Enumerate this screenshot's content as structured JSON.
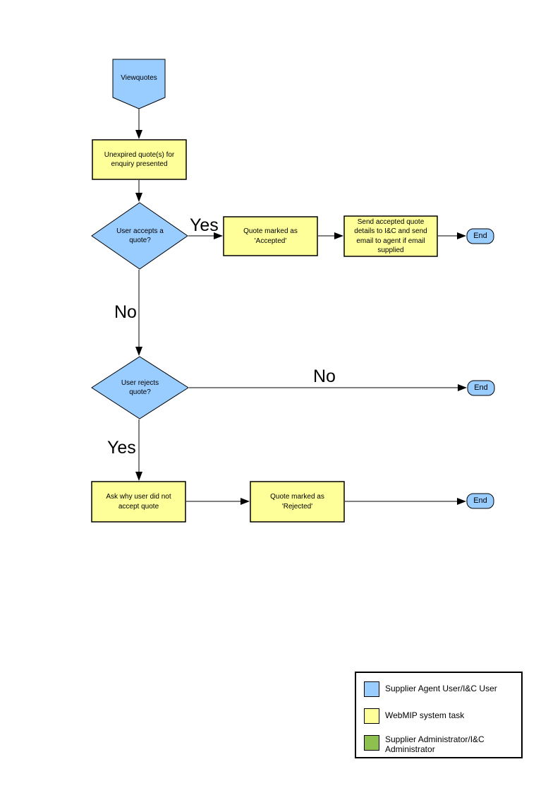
{
  "colors": {
    "user": "#99CCFF",
    "task": "#FFFF99",
    "admin": "#8EC050",
    "line": "#000000",
    "text": "#000000"
  },
  "flowchart": {
    "nodes": {
      "start": {
        "type": "pentagon",
        "label": "Viewquotes"
      },
      "present_quotes": {
        "type": "process",
        "label": "Unexpired quote(s) for enquiry presented"
      },
      "accept_decision": {
        "type": "decision",
        "label": "User accepts a quote?"
      },
      "mark_accepted": {
        "type": "process",
        "label": "Quote  marked as 'Accepted'"
      },
      "send_details": {
        "type": "process",
        "label": "Send accepted quote details to I&C and send email to agent if email supplied"
      },
      "end_accept": {
        "type": "terminator",
        "label": "End"
      },
      "reject_decision": {
        "type": "decision",
        "label": "User rejects quote?"
      },
      "end_no_reject": {
        "type": "terminator",
        "label": "End"
      },
      "ask_why": {
        "type": "process",
        "label": "Ask why user did not accept quote"
      },
      "mark_rejected": {
        "type": "process",
        "label": "Quote  marked as 'Rejected'"
      },
      "end_reject": {
        "type": "terminator",
        "label": "End"
      }
    },
    "edge_labels": {
      "accept_yes": "Yes",
      "accept_no": "No",
      "reject_no": "No",
      "reject_yes": "Yes"
    }
  },
  "legend": {
    "items": [
      {
        "swatch": "user",
        "color": "#99CCFF",
        "label": "Supplier Agent User/I&C User"
      },
      {
        "swatch": "task",
        "color": "#FFFF99",
        "label": "WebMIP system task"
      },
      {
        "swatch": "admin",
        "color": "#8EC050",
        "label": "Supplier Administrator/I&C Administrator"
      }
    ]
  }
}
